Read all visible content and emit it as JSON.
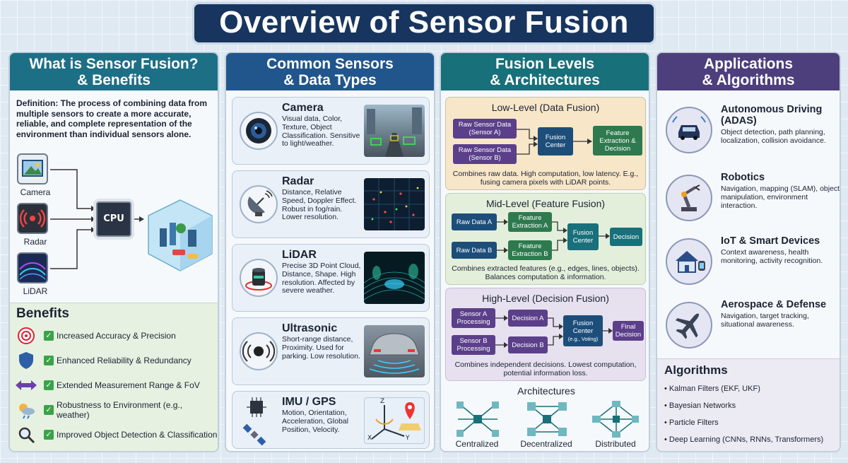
{
  "title": "Overview of Sensor Fusion",
  "panel1": {
    "heading_line1": "What is Sensor Fusion?",
    "heading_line2": "& Benefits",
    "definition": "Definition: The process of combining data from multiple sensors to create a more accurate, reliable, and complete representation of the environment than individual sensors alone.",
    "sensors": [
      "Camera",
      "Radar",
      "LiDAR"
    ],
    "cpu_label": "CPU",
    "benefits_heading": "Benefits",
    "benefits": [
      "Increased Accuracy & Precision",
      "Enhanced Reliability & Redundancy",
      "Extended Measurement Range & FoV",
      "Robustness to Environment (e.g., weather)",
      "Improved Object Detection & Classification"
    ]
  },
  "panel2": {
    "heading_line1": "Common Sensors",
    "heading_line2": "& Data Types",
    "cards": [
      {
        "title": "Camera",
        "desc": "Visual data, Color, Texture, Object Classification. Sensitive to light/weather."
      },
      {
        "title": "Radar",
        "desc": "Distance, Relative Speed, Doppler Effect. Robust in fog/rain. Lower resolution."
      },
      {
        "title": "LiDAR",
        "desc": "Precise 3D Point Cloud, Distance, Shape. High resolution. Affected by severe weather."
      },
      {
        "title": "Ultrasonic",
        "desc": "Short-range distance, Proximity. Used for parking. Low resolution."
      },
      {
        "title": "IMU / GPS",
        "desc": "Motion, Orientation, Acceleration, Global Position, Velocity."
      }
    ],
    "axis_labels": {
      "z": "Z",
      "x": "X",
      "y": "Y"
    }
  },
  "panel3": {
    "heading_line1": "Fusion Levels",
    "heading_line2": "& Architectures",
    "low": {
      "title": "Low-Level (Data Fusion)",
      "box_a": "Raw Sensor Data (Sensor A)",
      "box_b": "Raw Sensor Data (Sensor B)",
      "center": "Fusion Center",
      "out": "Feature Extraction & Decision",
      "caption": "Combines raw data. High computation, low latency. E.g., fusing camera pixels with LiDAR points."
    },
    "mid": {
      "title": "Mid-Level (Feature Fusion)",
      "raw_a": "Raw Data A",
      "raw_b": "Raw Data B",
      "fe_a": "Feature Extraction A",
      "fe_b": "Feature Extraction B",
      "center": "Fusion Center",
      "out": "Decision",
      "caption": "Combines extracted features (e.g., edges, lines, objects). Balances computation & information."
    },
    "high": {
      "title": "High-Level (Decision Fusion)",
      "proc_a": "Sensor A Processing",
      "proc_b": "Sensor B Processing",
      "dec_a": "Decision A",
      "dec_b": "Decision B",
      "center": "Fusion Center",
      "center_sub": "(e.g., Voting)",
      "out": "Final Decision",
      "caption": "Combines independent decisions. Lowest computation, potential information loss."
    },
    "architectures_heading": "Architectures",
    "architectures": [
      "Centralized",
      "Decentralized",
      "Distributed"
    ]
  },
  "panel4": {
    "heading_line1": "Applications",
    "heading_line2": "& Algorithms",
    "apps": [
      {
        "title": "Autonomous Driving (ADAS)",
        "desc": "Object detection, path planning, localization, collision avoidance."
      },
      {
        "title": "Robotics",
        "desc": "Navigation, mapping (SLAM), object manipulation, environment interaction."
      },
      {
        "title": "IoT & Smart Devices",
        "desc": "Context awareness, health monitoring, activity recognition."
      },
      {
        "title": "Aerospace & Defense",
        "desc": "Navigation, target tracking, situational awareness."
      }
    ],
    "algorithms_heading": "Algorithms",
    "algorithms": [
      "Kalman Filters (EKF, UKF)",
      "Bayesian Networks",
      "Particle Filters",
      "Deep Learning (CNNs, RNNs, Transformers)"
    ]
  },
  "colors": {
    "title_bg": "#17355e",
    "panel1": "#1d6f86",
    "panel2": "#21568c",
    "panel3": "#17707a",
    "panel4": "#4c3f7c",
    "low_bg": "#f8e6c8",
    "mid_bg": "#e3efdb",
    "high_bg": "#e7e0ef"
  }
}
